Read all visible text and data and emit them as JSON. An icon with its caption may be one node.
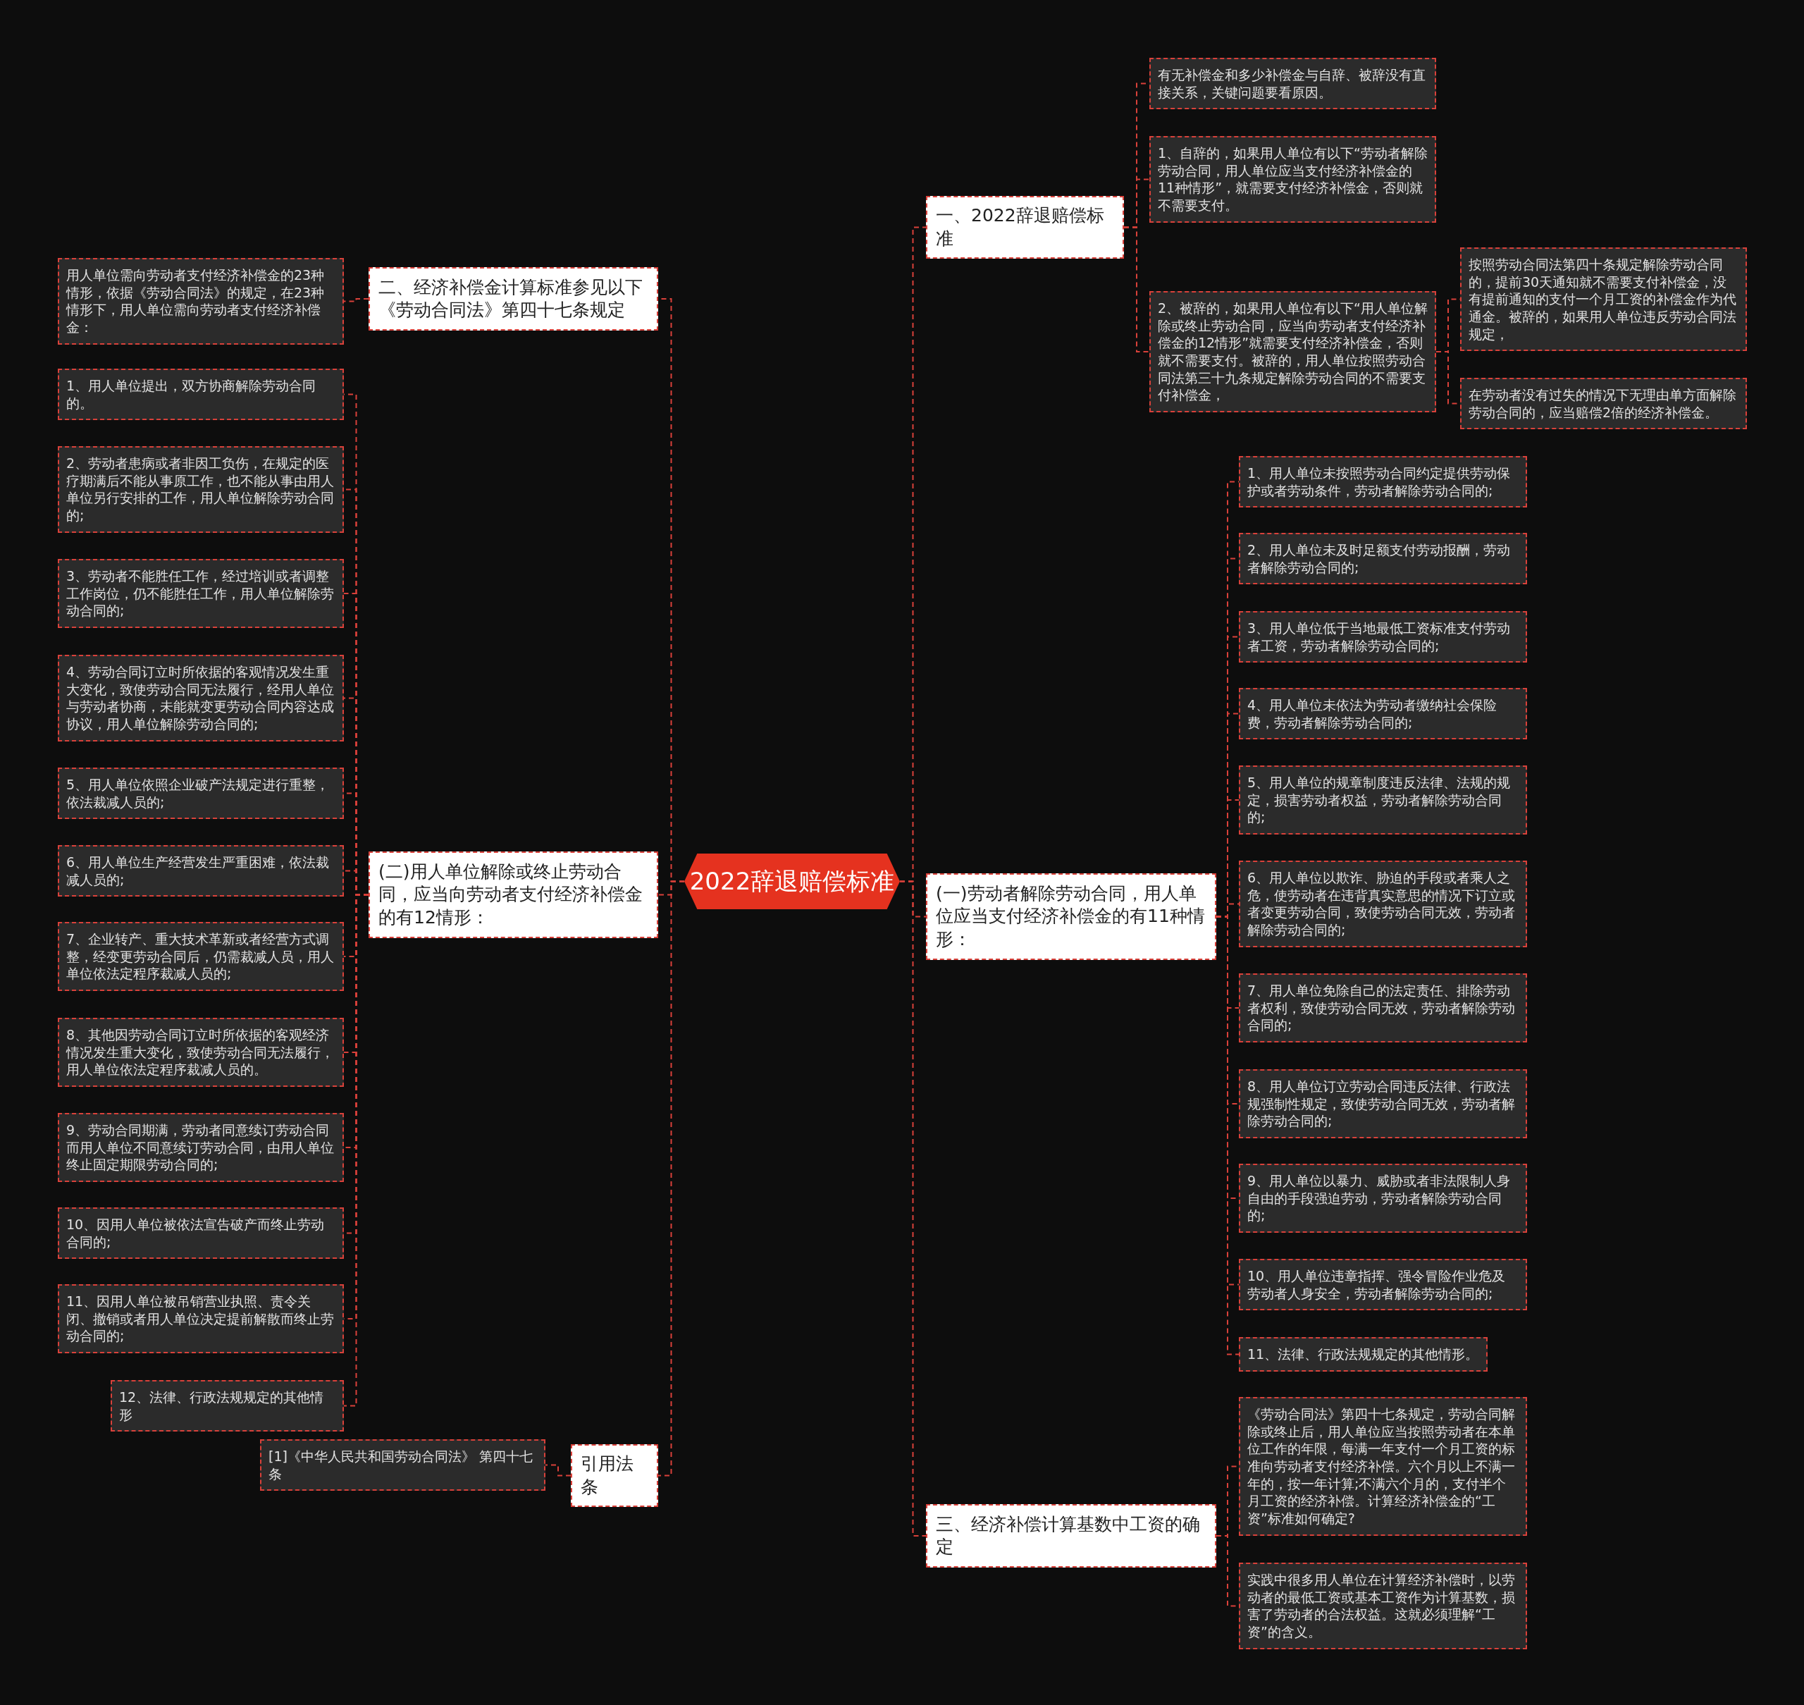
{
  "diagram": {
    "nodes": [
      {
        "text": [
          "2022辞退赔偿标准"
        ]
      },
      {
        "text": [
          "一、2022辞退赔偿标准"
        ]
      },
      {
        "text": [
          "有无补偿金和多少补偿金与自辞、被辞没有直接关系，关键问题要看原因。"
        ]
      },
      {
        "text": [
          "1、自辞的，如果用人单位有以下“劳动者解除劳动合同，用人单位应当支付经济补偿金的11种情形”，就需要支付经济补偿金，否则就不需要支付。"
        ]
      },
      {
        "text": [
          "2、被辞的，如果用人单位有以下“用人单位解除或终止劳动合同，应当向劳动者支付经济补偿金的12情形”就需要支付经济补偿金，否则就不需要支付。被辞的，用人单位按照劳动合同法第三十九条规定解除劳动合同的不需要支付补偿金，"
        ]
      },
      {
        "text": [
          "按照劳动合同法第四十条规定解除劳动合同的，提前30天通知就不需要支付补偿金，没有提前通知的支付一个月工资的补偿金作为代通金。被辞的，如果用人单位违反劳动合同法规定，"
        ]
      },
      {
        "text": [
          "在劳动者没有过失的情况下无理由单方面解除劳动合同的，应当赔偿2倍的经济补偿金。"
        ]
      },
      {
        "text": [
          "(一)劳动者解除劳动合同，用人单位应当支付经济补偿金的有11种情形："
        ]
      },
      {
        "text": [
          "1、用人单位未按照劳动合同约定提供劳动保护或者劳动条件，劳动者解除劳动合同的;"
        ]
      },
      {
        "text": [
          "2、用人单位未及时足额支付劳动报酬，劳动者解除劳动合同的;"
        ]
      },
      {
        "text": [
          "3、用人单位低于当地最低工资标准支付劳动者工资，劳动者解除劳动合同的;"
        ]
      },
      {
        "text": [
          "4、用人单位未依法为劳动者缴纳社会保险费，劳动者解除劳动合同的;"
        ]
      },
      {
        "text": [
          "5、用人单位的规章制度违反法律、法规的规定，损害劳动者权益，劳动者解除劳动合同的;"
        ]
      },
      {
        "text": [
          "6、用人单位以欺诈、胁迫的手段或者乘人之危，使劳动者在违背真实意思的情况下订立或者变更劳动合同，致使劳动合同无效，劳动者解除劳动合同的;"
        ]
      },
      {
        "text": [
          "7、用人单位免除自己的法定责任、排除劳动者权利，致使劳动合同无效，劳动者解除劳动合同的;"
        ]
      },
      {
        "text": [
          "8、用人单位订立劳动合同违反法律、行政法规强制性规定，致使劳动合同无效，劳动者解除劳动合同的;"
        ]
      },
      {
        "text": [
          "9、用人单位以暴力、威胁或者非法限制人身自由的手段强迫劳动，劳动者解除劳动合同的;"
        ]
      },
      {
        "text": [
          "10、用人单位违章指挥、强令冒险作业危及劳动者人身安全，劳动者解除劳动合同的;"
        ]
      },
      {
        "text": [
          "11、法律、行政法规规定的其他情形。"
        ]
      },
      {
        "text": [
          "三、经济补偿计算基数中工资的确定"
        ]
      },
      {
        "text": [
          "《劳动合同法》第四十七条规定，劳动合同解除或终止后，用人单位应当按照劳动者在本单位工作的年限，每满一年支付一个月工资的标准向劳动者支付经济补偿。六个月以上不满一年的，按一年计算;不满六个月的，支付半个月工资的经济补偿。计算经济补偿金的“工资”标准如何确定?"
        ]
      },
      {
        "text": [
          "实践中很多用人单位在计算经济补偿时，以劳动者的最低工资或基本工资作为计算基数，损害了劳动者的合法权益。这就必须理解“工资”的含义。"
        ]
      },
      {
        "text": [
          "二、经济补偿金计算标准参见以下《劳动合同法》第四十七条规定"
        ]
      },
      {
        "text": [
          "用人单位需向劳动者支付经济补偿金的23种情形，依据《劳动合同法》的规定，在23种情形下，用人单位需向劳动者支付经济补偿金："
        ]
      },
      {
        "text": [
          "(二)用人单位解除或终止劳动合同，应当向劳动者支付经济补偿金的有12情形："
        ]
      },
      {
        "text": [
          "1、用人单位提出，双方协商解除劳动合同的。"
        ]
      },
      {
        "text": [
          "2、劳动者患病或者非因工负伤，在规定的医疗期满后不能从事原工作，也不能从事由用人单位另行安排的工作，用人单位解除劳动合同的;"
        ]
      },
      {
        "text": [
          "3、劳动者不能胜任工作，经过培训或者调整工作岗位，仍不能胜任工作，用人单位解除劳动合同的;"
        ]
      },
      {
        "text": [
          "4、劳动合同订立时所依据的客观情况发生重大变化，致使劳动合同无法履行，经用人单位与劳动者协商，未能就变更劳动合同内容达成协议，用人单位解除劳动合同的;"
        ]
      },
      {
        "text": [
          "5、用人单位依照企业破产法规定进行重整，依法裁减人员的;"
        ]
      },
      {
        "text": [
          "6、用人单位生产经营发生严重困难，依法裁减人员的;"
        ]
      },
      {
        "text": [
          "7、企业转产、重大技术革新或者经营方式调整，经变更劳动合同后，仍需裁减人员，用人单位依法定程序裁减人员的;"
        ]
      },
      {
        "text": [
          "8、其他因劳动合同订立时所依据的客观经济情况发生重大变化，致使劳动合同无法履行，用人单位依法定程序裁减人员的。"
        ]
      },
      {
        "text": [
          "9、劳动合同期满，劳动者同意续订劳动合同而用人单位不同意续订劳动合同，由用人单位终止固定期限劳动合同的;"
        ]
      },
      {
        "text": [
          "10、因用人单位被依法宣告破产而终止劳动合同的;"
        ]
      },
      {
        "text": [
          "11、因用人单位被吊销营业执照、责令关闭、撤销或者用人单位决定提前解散而终止劳动合同的;"
        ]
      },
      {
        "text": [
          "12、法律、行政法规规定的其他情形"
        ]
      },
      {
        "text": [
          "引用法条"
        ]
      },
      {
        "text": [
          "[1]《中华人民共和国劳动合同法》 第四十七条"
        ]
      }
    ],
    "edges": [
      {
        "from": 0,
        "to": 1,
        "arrow": "none"
      },
      {
        "from": 1,
        "to": 2,
        "arrow": "none"
      },
      {
        "from": 1,
        "to": 3,
        "arrow": "none"
      },
      {
        "from": 1,
        "to": 4,
        "arrow": "none"
      },
      {
        "from": 4,
        "to": 5,
        "arrow": "none"
      },
      {
        "from": 4,
        "to": 6,
        "arrow": "none"
      },
      {
        "from": 0,
        "to": 7,
        "arrow": "none"
      },
      {
        "from": 7,
        "to": 8,
        "arrow": "none"
      },
      {
        "from": 7,
        "to": 9,
        "arrow": "none"
      },
      {
        "from": 7,
        "to": 10,
        "arrow": "none"
      },
      {
        "from": 7,
        "to": 11,
        "arrow": "none"
      },
      {
        "from": 7,
        "to": 12,
        "arrow": "none"
      },
      {
        "from": 7,
        "to": 13,
        "arrow": "none"
      },
      {
        "from": 7,
        "to": 14,
        "arrow": "none"
      },
      {
        "from": 7,
        "to": 15,
        "arrow": "none"
      },
      {
        "from": 7,
        "to": 16,
        "arrow": "none"
      },
      {
        "from": 7,
        "to": 17,
        "arrow": "none"
      },
      {
        "from": 7,
        "to": 18,
        "arrow": "none"
      },
      {
        "from": 0,
        "to": 19,
        "arrow": "none"
      },
      {
        "from": 19,
        "to": 20,
        "arrow": "none"
      },
      {
        "from": 19,
        "to": 21,
        "arrow": "none"
      },
      {
        "from": 0,
        "to": 22,
        "arrow": "none"
      },
      {
        "from": 22,
        "to": 23,
        "arrow": "none"
      },
      {
        "from": 0,
        "to": 24,
        "arrow": "none"
      },
      {
        "from": 24,
        "to": 25,
        "arrow": "none"
      },
      {
        "from": 24,
        "to": 26,
        "arrow": "none"
      },
      {
        "from": 24,
        "to": 27,
        "arrow": "none"
      },
      {
        "from": 24,
        "to": 28,
        "arrow": "none"
      },
      {
        "from": 24,
        "to": 29,
        "arrow": "none"
      },
      {
        "from": 24,
        "to": 30,
        "arrow": "none"
      },
      {
        "from": 24,
        "to": 31,
        "arrow": "none"
      },
      {
        "from": 24,
        "to": 32,
        "arrow": "none"
      },
      {
        "from": 24,
        "to": 33,
        "arrow": "none"
      },
      {
        "from": 24,
        "to": 34,
        "arrow": "none"
      },
      {
        "from": 24,
        "to": 35,
        "arrow": "none"
      },
      {
        "from": 24,
        "to": 36,
        "arrow": "none"
      },
      {
        "from": 0,
        "to": 37,
        "arrow": "none"
      },
      {
        "from": 37,
        "to": 38,
        "arrow": "none"
      }
    ]
  }
}
